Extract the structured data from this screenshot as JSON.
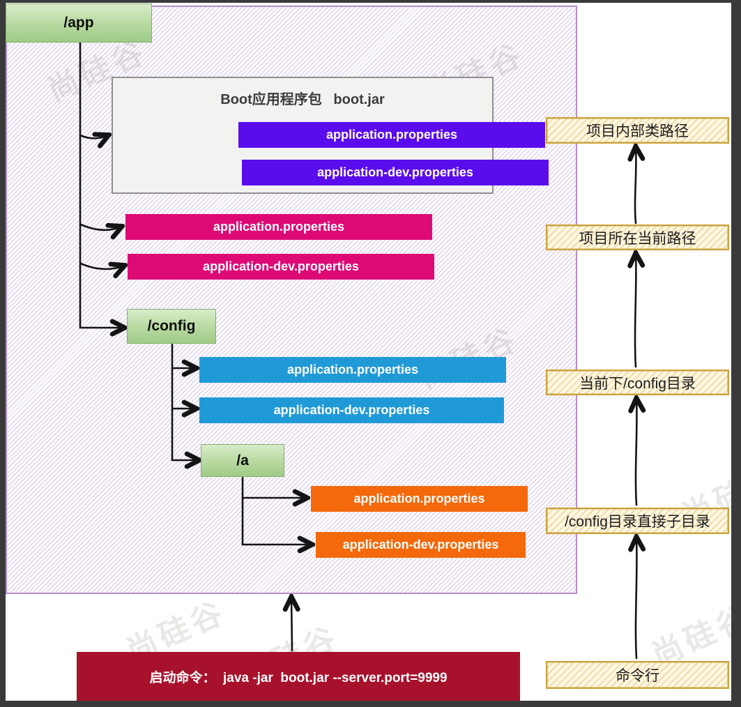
{
  "watermark_text": "尚硅谷",
  "colors": {
    "hatch_border": "#b48cc8",
    "folder_green": "#9ecb86",
    "jar_purple": "#5a0ced",
    "pink": "#dd0a76",
    "blue": "#209ad6",
    "orange": "#f3690b",
    "command_red": "#a8112c",
    "annotation_gold": "#c9a23b"
  },
  "tree": {
    "root_label": "/app",
    "jar_box": {
      "title": "Boot应用程序包   boot.jar",
      "files": [
        "application.properties",
        "application-dev.properties"
      ]
    },
    "current_dir_files": [
      "application.properties",
      "application-dev.properties"
    ],
    "config_dir": {
      "label": "/config",
      "files": [
        "application.properties",
        "application-dev.properties"
      ]
    },
    "a_dir": {
      "label": "/a",
      "files": [
        "application.properties",
        "application-dev.properties"
      ]
    }
  },
  "annotations": [
    {
      "label": "项目内部类路径"
    },
    {
      "label": "项目所在当前路径"
    },
    {
      "label": "当前下/config目录"
    },
    {
      "label": "/config目录直接子目录"
    },
    {
      "label": "命令行"
    }
  ],
  "command_box": {
    "text": "启动命令：  java -jar  boot.jar --server.port=9999"
  }
}
